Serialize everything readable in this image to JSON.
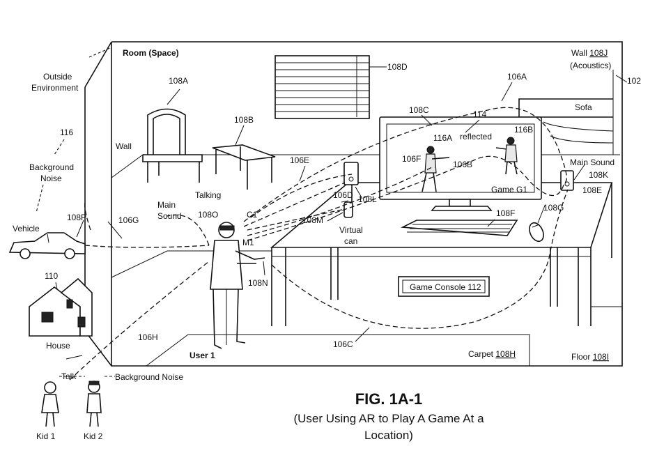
{
  "figure": {
    "title": "FIG. 1A-1",
    "subtitle_line1": "(User Using AR to Play A Game At a",
    "subtitle_line2": "Location)"
  },
  "labels": {
    "room": "Room (Space)",
    "wall_j": "Wall",
    "wall_j_ref": "108J",
    "acoustics": "(Acoustics)",
    "ref_102": "102",
    "outside_1": "Outside",
    "outside_2": "Environment",
    "ref_116": "116",
    "bg_noise_1": "Background",
    "bg_noise_2": "Noise",
    "vehicle": "Vehicle",
    "ref_108p": "108P",
    "ref_110": "110",
    "house": "House",
    "ref_106h": "106H",
    "talk": "Talk",
    "background_noise": "Background Noise",
    "kid1": "Kid 1",
    "kid2": "Kid 2",
    "ref_108a": "108A",
    "ref_108b": "108B",
    "ref_108d": "108D",
    "ref_108c": "108C",
    "ref_106a": "106A",
    "sofa": "Sofa",
    "ref_114": "114",
    "ref_116a": "116A",
    "ref_116b": "116B",
    "reflected": "reflected",
    "ref_106f": "106F",
    "ref_106b": "106B",
    "game_g1": "Game G1",
    "wall": "Wall",
    "ref_106e": "106E",
    "talking": "Talking",
    "main_sound_1": "Main",
    "main_sound_2": "Sound",
    "ref_108o": "108O",
    "c1": "C1",
    "ref_108d2": "106D",
    "ref_108l": "108L",
    "ref_108m": "108M",
    "virtual_1": "Virtual",
    "virtual_2": "can",
    "m1": "M1",
    "ref_106g": "106G",
    "ref_108n": "108N",
    "main_sound_k": "Main Sound",
    "ref_108k": "108K",
    "ref_108e": "108E",
    "ref_108f": "108F",
    "ref_108g": "108G",
    "game_console": "Game Console 112",
    "user1": "User 1",
    "ref_106c": "106C",
    "carpet": "Carpet",
    "carpet_ref": "108H",
    "floor": "Floor",
    "floor_ref": "108I"
  }
}
